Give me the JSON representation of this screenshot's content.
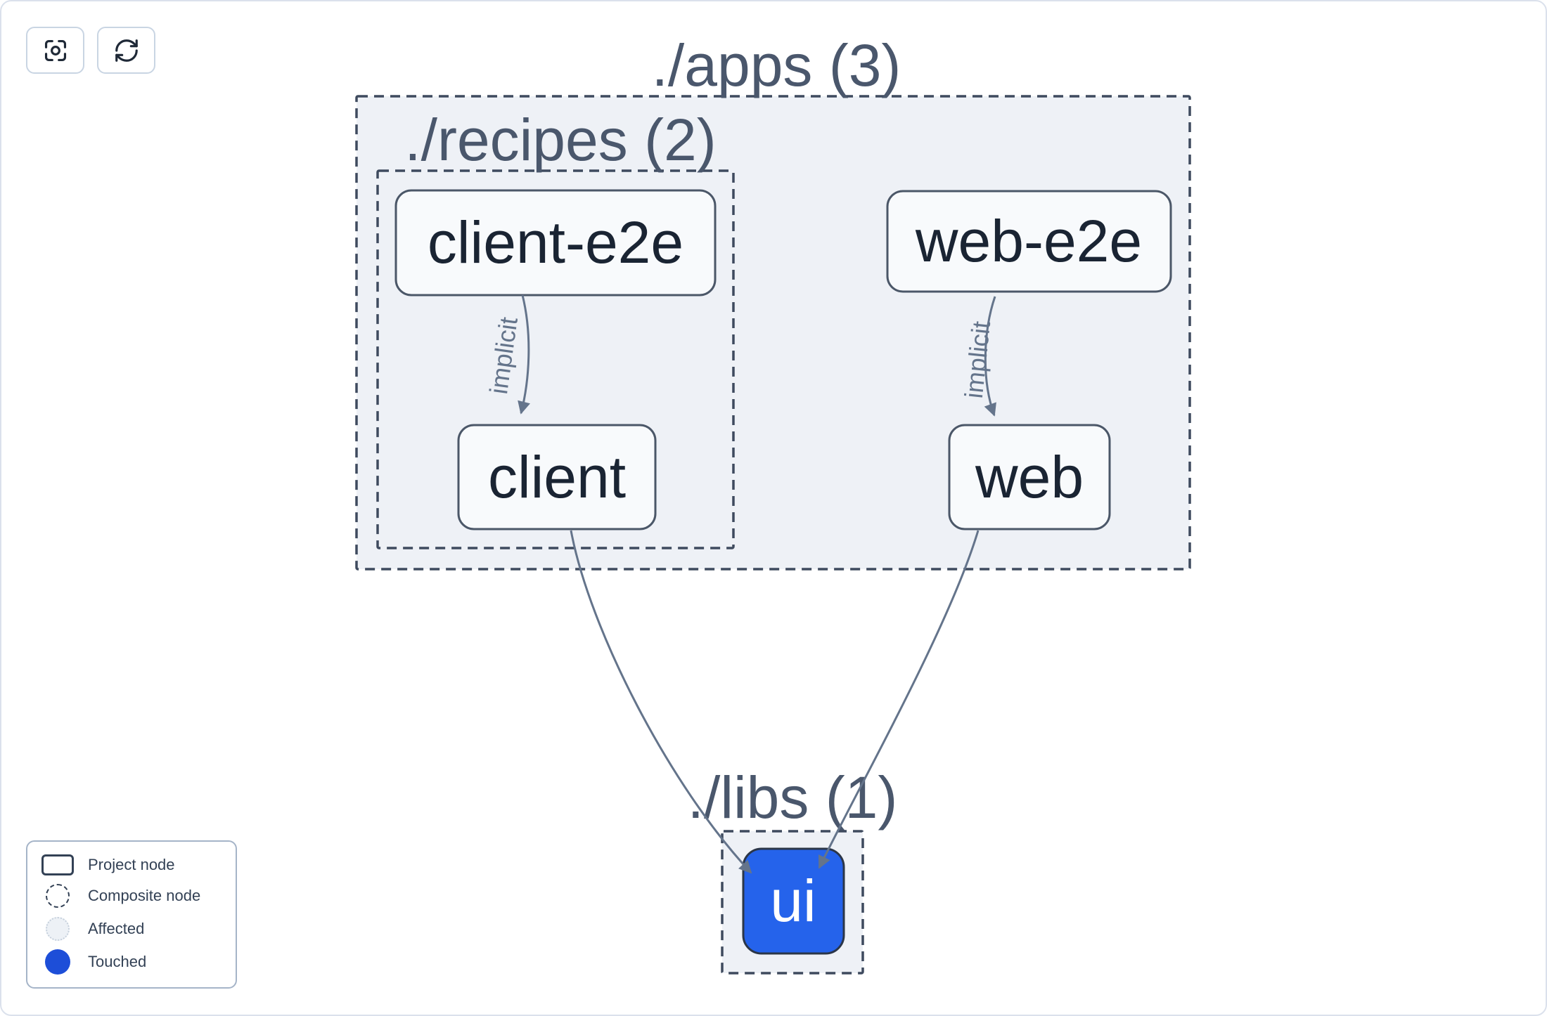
{
  "toolbar": {
    "buttons": [
      {
        "id": "focus",
        "icon": "focus-icon"
      },
      {
        "id": "refresh",
        "icon": "refresh-icon"
      }
    ]
  },
  "graph": {
    "groups": [
      {
        "id": "apps",
        "label": "./apps (3)",
        "count": 3
      },
      {
        "id": "recipes",
        "label": "./recipes (2)",
        "count": 2
      },
      {
        "id": "libs",
        "label": "./libs (1)",
        "count": 1
      }
    ],
    "nodes": [
      {
        "id": "client-e2e",
        "label": "client-e2e",
        "state": "default"
      },
      {
        "id": "web-e2e",
        "label": "web-e2e",
        "state": "default"
      },
      {
        "id": "client",
        "label": "client",
        "state": "default"
      },
      {
        "id": "web",
        "label": "web",
        "state": "default"
      },
      {
        "id": "ui",
        "label": "ui",
        "state": "touched"
      }
    ],
    "edges": [
      {
        "from": "client-e2e",
        "to": "client",
        "type": "implicit",
        "label": "implicit"
      },
      {
        "from": "web-e2e",
        "to": "web",
        "type": "implicit",
        "label": "implicit"
      },
      {
        "from": "client",
        "to": "ui",
        "type": "static",
        "label": ""
      },
      {
        "from": "web",
        "to": "ui",
        "type": "static",
        "label": ""
      }
    ]
  },
  "legend": {
    "items": [
      {
        "swatch": "project",
        "label": "Project node"
      },
      {
        "swatch": "composite",
        "label": "Composite node"
      },
      {
        "swatch": "affected",
        "label": "Affected"
      },
      {
        "swatch": "touched",
        "label": "Touched"
      }
    ]
  },
  "colors": {
    "group_fill": "#eef1f6",
    "group_border": "#3e4a5e",
    "node_fill": "#f8fafc",
    "node_border": "#4b5768",
    "node_text": "#1a2433",
    "group_text": "#4a576c",
    "edge": "#64748b",
    "touched_node": "#2563eb",
    "touched_legend": "#1d4ed8",
    "canvas_border": "#dbe1ec"
  }
}
